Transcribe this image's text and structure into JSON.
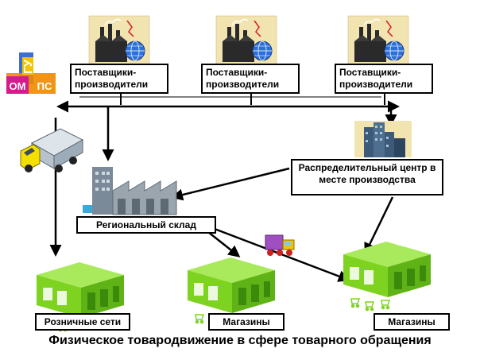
{
  "logo": {
    "top_label": "ГУ",
    "left_label": "ОМ",
    "right_label": "ПС",
    "colors": {
      "yellow": "#f2c400",
      "magenta": "#d41c8c",
      "orange": "#f08a00",
      "blue": "#3a6fd0"
    }
  },
  "suppliers": [
    {
      "line1": "Поставщики-",
      "line2": "производители",
      "icon": "factory-globe-icon"
    },
    {
      "line1": "Поставщики-",
      "line2": "производители",
      "icon": "factory-globe-icon"
    },
    {
      "line1": "Поставщики-",
      "line2": "производители",
      "icon": "factory-globe-icon"
    }
  ],
  "distribution_center": {
    "line1": "Распределительный центр в",
    "line2": "месте производства",
    "icon": "skyscraper-icon"
  },
  "regional_warehouse": {
    "label": "Региональный склад",
    "icon": "warehouse-icon"
  },
  "outlets": [
    {
      "label": "Розничные сети",
      "icon": "store-icon"
    },
    {
      "label": "Магазины",
      "icon": "store-icon"
    },
    {
      "label": "Магазины",
      "icon": "store-icon"
    }
  ],
  "vehicles": [
    "truck-icon",
    "toy-truck-icon"
  ],
  "caption": "Физическое товародвижение в сфере товарного обращения",
  "colors": {
    "store_green": "#7ed321",
    "store_dark": "#4a9e10",
    "arrow": "#000000",
    "factory_bg": "#f2e4b0"
  }
}
